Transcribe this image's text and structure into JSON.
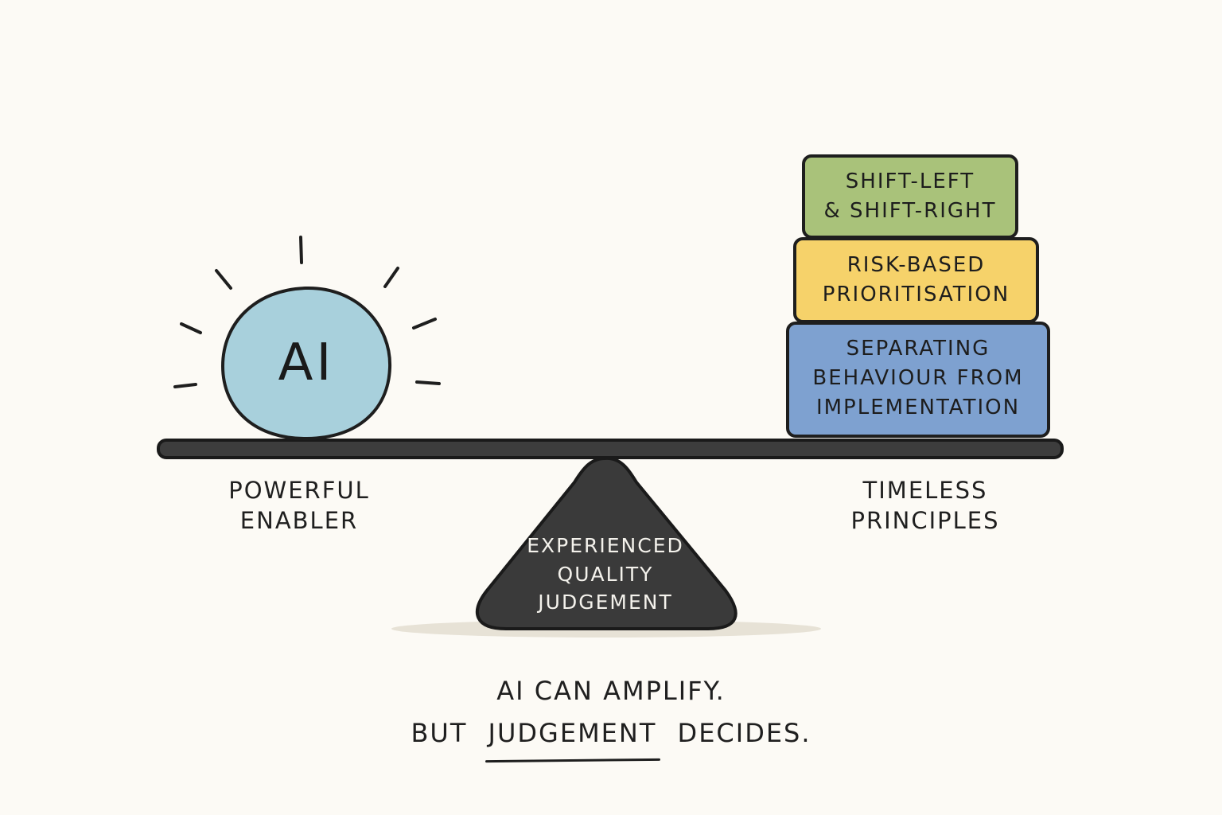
{
  "ai_badge": {
    "text": "AI",
    "fill_color": "#a8d0dc",
    "icon": "glowing-circle-icon"
  },
  "left_side": {
    "label_line1": "POWERFUL",
    "label_line2": "ENABLER"
  },
  "right_side": {
    "label_line1": "TIMELESS",
    "label_line2": "PRINCIPLES"
  },
  "blocks": [
    {
      "line1": "SHIFT-LEFT",
      "line2": "& SHIFT-RIGHT",
      "line3": "",
      "color": "#a9c27a"
    },
    {
      "line1": "RISK-BASED",
      "line2": "PRIORITISATION",
      "line3": "",
      "color": "#f6d26a"
    },
    {
      "line1": "SEPARATING",
      "line2": "BEHAVIOUR FROM",
      "line3": "IMPLEMENTATION",
      "color": "#7ea1d0"
    }
  ],
  "fulcrum": {
    "line1": "EXPERIENCED",
    "line2": "QUALITY",
    "line3": "JUDGEMENT",
    "color": "#3a3a3a"
  },
  "caption": {
    "line1": "AI CAN AMPLIFY.",
    "line2_before": "BUT",
    "line2_emphasis": "JUDGEMENT",
    "line2_after": "DECIDES."
  },
  "colors": {
    "background": "#fcfaf5",
    "ink": "#1e1e1e",
    "beam": "#3d3d3d"
  }
}
